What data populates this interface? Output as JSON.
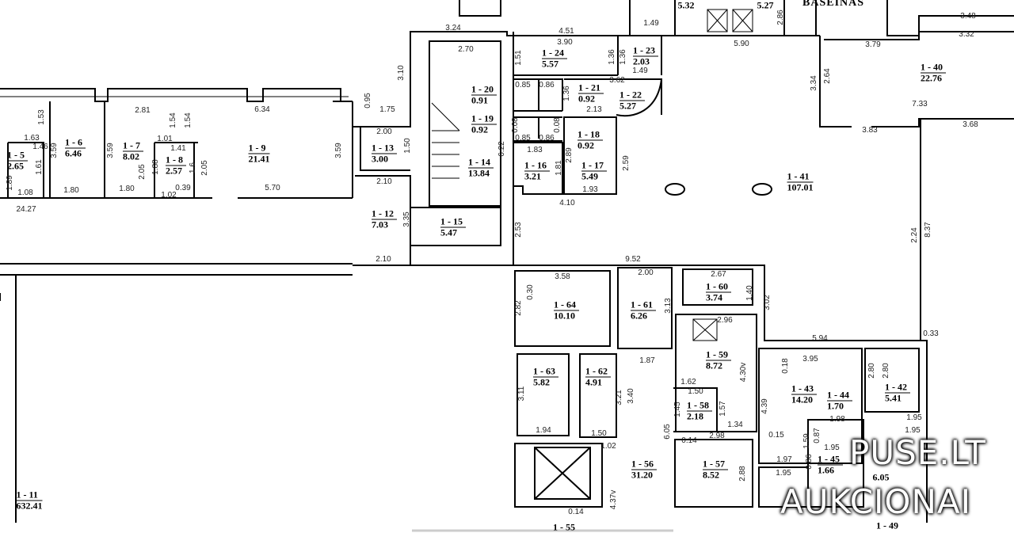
{
  "rooms": [
    {
      "id": "1 - 5",
      "area": "2.65"
    },
    {
      "id": "1 - 6",
      "area": "6.46"
    },
    {
      "id": "1 - 7",
      "area": "8.02"
    },
    {
      "id": "1 - 8",
      "area": "2.57"
    },
    {
      "id": "1 - 9",
      "area": "21.41"
    },
    {
      "id": "1 - 11",
      "area": "632.41"
    },
    {
      "id": "1 - 12",
      "area": "7.03"
    },
    {
      "id": "1 - 13",
      "area": "3.00"
    },
    {
      "id": "1 - 14",
      "area": "13.84"
    },
    {
      "id": "1 - 15",
      "area": "5.47"
    },
    {
      "id": "1 - 16",
      "area": "3.21"
    },
    {
      "id": "1 - 17",
      "area": "5.49"
    },
    {
      "id": "1 - 18",
      "area": "0.92"
    },
    {
      "id": "1 - 19",
      "area": "0.92"
    },
    {
      "id": "1 - 20",
      "area": "0.91"
    },
    {
      "id": "1 - 21",
      "area": "0.92"
    },
    {
      "id": "1 - 22",
      "area": "5.27"
    },
    {
      "id": "1 - 23",
      "area": "2.03"
    },
    {
      "id": "1 - 24",
      "area": "5.57"
    },
    {
      "id": "1 - 40",
      "area": "22.76"
    },
    {
      "id": "1 - 41",
      "area": "107.01"
    },
    {
      "id": "1 - 42",
      "area": "5.41"
    },
    {
      "id": "1 - 43",
      "area": "14.20"
    },
    {
      "id": "1 - 44",
      "area": "1.70"
    },
    {
      "id": "1 - 45",
      "area": "1.66"
    },
    {
      "id": "1 - 56",
      "area": "31.20"
    },
    {
      "id": "1 - 57",
      "area": "8.52"
    },
    {
      "id": "1 - 58",
      "area": "2.18"
    },
    {
      "id": "1 - 59",
      "area": "8.72"
    },
    {
      "id": "1 - 60",
      "area": "3.74"
    },
    {
      "id": "1 - 61",
      "area": "6.26"
    },
    {
      "id": "1 - 62",
      "area": "4.91"
    },
    {
      "id": "1 - 63",
      "area": "5.82"
    },
    {
      "id": "1 - 64",
      "area": "10.10"
    },
    {
      "id": "1 - 49",
      "area": ""
    },
    {
      "id": "1 - 55",
      "area": ""
    }
  ],
  "partial_areas": [
    "5.32",
    "5.27",
    "6.05"
  ],
  "pool_label": "BASEINAS",
  "dimensions": [
    "1.53",
    "1.63",
    "1.46",
    "1.61",
    "1.89",
    "1.08",
    "24.27",
    "3.59",
    "1.80",
    "2.81",
    "3.59",
    "2.05",
    "1.80",
    "1.01",
    "1.54",
    "1.54",
    "1.41",
    "1.88",
    "1.6",
    "0.39",
    "1.02",
    "2.05",
    "6.34",
    "3.59",
    "5.70",
    "0.95",
    "1.75",
    "2.00",
    "1.50",
    "2.10",
    "3.35",
    "2.10",
    "3.10",
    "3.24",
    "2.70",
    "6.22",
    "2.53",
    "1.51",
    "4.51",
    "3.90",
    "1.36",
    "1.36",
    "1.49",
    "1.49",
    "0.85",
    "0.86",
    "1.36",
    "3.62",
    "2.13",
    "0.08",
    "0.08",
    "0.85",
    "0.86",
    "1.83",
    "2.89",
    "2.59",
    "1.81",
    "1.93",
    "4.10",
    "9.52",
    "5.90",
    "2.86",
    "3.48",
    "3.32",
    "3.79",
    "3.34",
    "2.64",
    "7.33",
    "3.83",
    "3.68",
    "2.24",
    "8.37",
    "3.58",
    "0.30",
    "2.82",
    "2.00",
    "3.13",
    "2.67",
    "1.40",
    "3.02",
    "2.96",
    "4.30v",
    "1.87",
    "3.11",
    "3.21",
    "3.40",
    "1.94",
    "1.50",
    "1.62",
    "1.50",
    "1.45",
    "1.57",
    "1.34",
    "6.05",
    "0.14",
    "2.98",
    "2.88",
    "1.02",
    "4.37v",
    "0.14",
    "0.33",
    "5.94",
    "0.18",
    "3.95",
    "2.80",
    "2.80",
    "4.39",
    "1.98",
    "1.95",
    "1.95",
    "0.15",
    "1.59",
    "0.87",
    "1.97",
    "1.95",
    "0.86",
    "1.95"
  ],
  "watermark": {
    "line1": "PUSE.LT",
    "line2": "AUKCIONAI"
  }
}
